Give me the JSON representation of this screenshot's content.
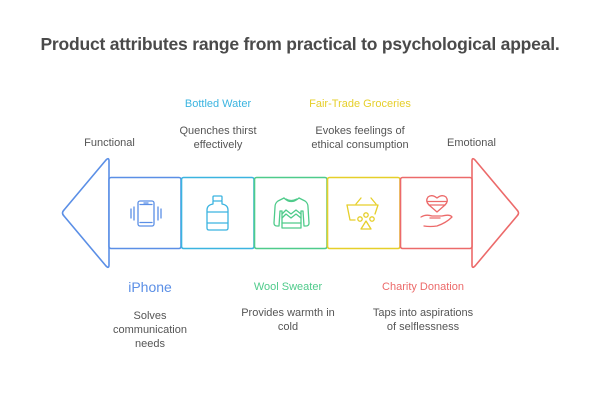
{
  "title": "Product attributes range from practical to psychological appeal.",
  "scale": {
    "left_label": "Functional",
    "right_label": "Emotional"
  },
  "items": [
    {
      "name": "iPhone",
      "description": "Solves communication needs",
      "desc_lines": [
        "Solves",
        "communication",
        "needs"
      ],
      "icon": "vibrating-phone-icon",
      "color": "#5b8fe6",
      "position": "below"
    },
    {
      "name": "Bottled Water",
      "description": "Quenches thirst effectively",
      "desc_lines": [
        "Quenches thirst",
        "effectively"
      ],
      "icon": "water-bottle-icon",
      "color": "#3bb4e0",
      "position": "above"
    },
    {
      "name": "Wool Sweater",
      "description": "Provides warmth in cold",
      "desc_lines": [
        "Provides warmth in",
        "cold"
      ],
      "icon": "sweater-icon",
      "color": "#4fcb8b",
      "position": "below"
    },
    {
      "name": "Fair-Trade Groceries",
      "description": "Evokes feelings of ethical consumption",
      "desc_lines": [
        "Evokes feelings of",
        "ethical consumption"
      ],
      "icon": "grocery-basket-icon",
      "color": "#e6cf2a",
      "position": "above"
    },
    {
      "name": "Charity Donation",
      "description": "Taps into aspirations of selflessness",
      "desc_lines": [
        "Taps into aspirations",
        "of selflessness"
      ],
      "icon": "heart-in-hand-icon",
      "color": "#ec6a6a",
      "position": "below"
    }
  ],
  "colors": {
    "title": "#4a4a4a",
    "text": "#555555",
    "arrow_left": "#5b8fe6",
    "arrow_right": "#ec6a6a"
  }
}
